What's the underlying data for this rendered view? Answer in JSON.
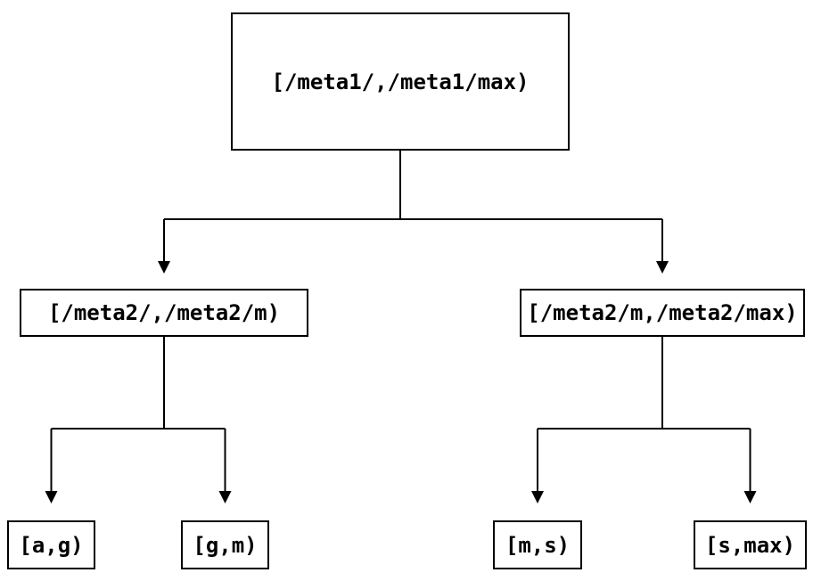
{
  "colors": {
    "background": "#ffffff",
    "line": "#000000",
    "text": "#000000"
  },
  "nodes": {
    "root": {
      "label": "[/meta1/,/meta1/max)"
    },
    "meta2_low": {
      "label": "[/meta2/,/meta2/m)"
    },
    "meta2_high": {
      "label": "[/meta2/m,/meta2/max)"
    },
    "leaf_a_g": {
      "label": "[a,g)"
    },
    "leaf_g_m": {
      "label": "[g,m)"
    },
    "leaf_m_s": {
      "label": "[m,s)"
    },
    "leaf_s_max": {
      "label": "[s,max)"
    }
  },
  "edges": [
    {
      "from": "root",
      "to": "meta2_low"
    },
    {
      "from": "root",
      "to": "meta2_high"
    },
    {
      "from": "meta2_low",
      "to": "leaf_a_g"
    },
    {
      "from": "meta2_low",
      "to": "leaf_g_m"
    },
    {
      "from": "meta2_high",
      "to": "leaf_m_s"
    },
    {
      "from": "meta2_high",
      "to": "leaf_s_max"
    }
  ]
}
